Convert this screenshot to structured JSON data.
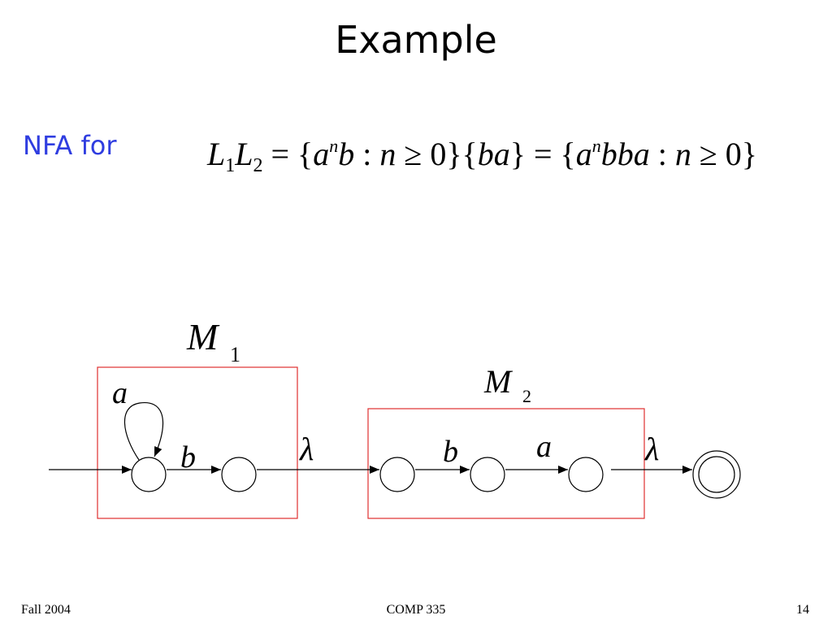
{
  "slide": {
    "title": "Example",
    "label": "NFA for",
    "formula": {
      "L": "L",
      "sub1": "1",
      "sub2": "2",
      "eq1": " = {",
      "a": "a",
      "n": "n",
      "b": "b",
      "cond1": " : ",
      "cond_n": "n",
      "geq0": " ≥ 0}{",
      "ba": "ba",
      "eq2": "} = {",
      "bba": "bba",
      "cond2": " : ",
      "tail": " ≥ 0}"
    },
    "footer": {
      "left": "Fall 2004",
      "center": "COMP 335",
      "right": "14"
    }
  },
  "diagram": {
    "machine1": {
      "name": "M",
      "index": "1"
    },
    "machine2": {
      "name": "M",
      "index": "2"
    },
    "symbols": {
      "self_loop": "a",
      "m1_transition": "b",
      "lambda1": "λ",
      "m2_transition1": "b",
      "m2_transition2": "a",
      "lambda2": "λ"
    },
    "colors": {
      "box": "#e03030",
      "stroke": "#000000",
      "label_blue": "#2f3de0"
    }
  }
}
